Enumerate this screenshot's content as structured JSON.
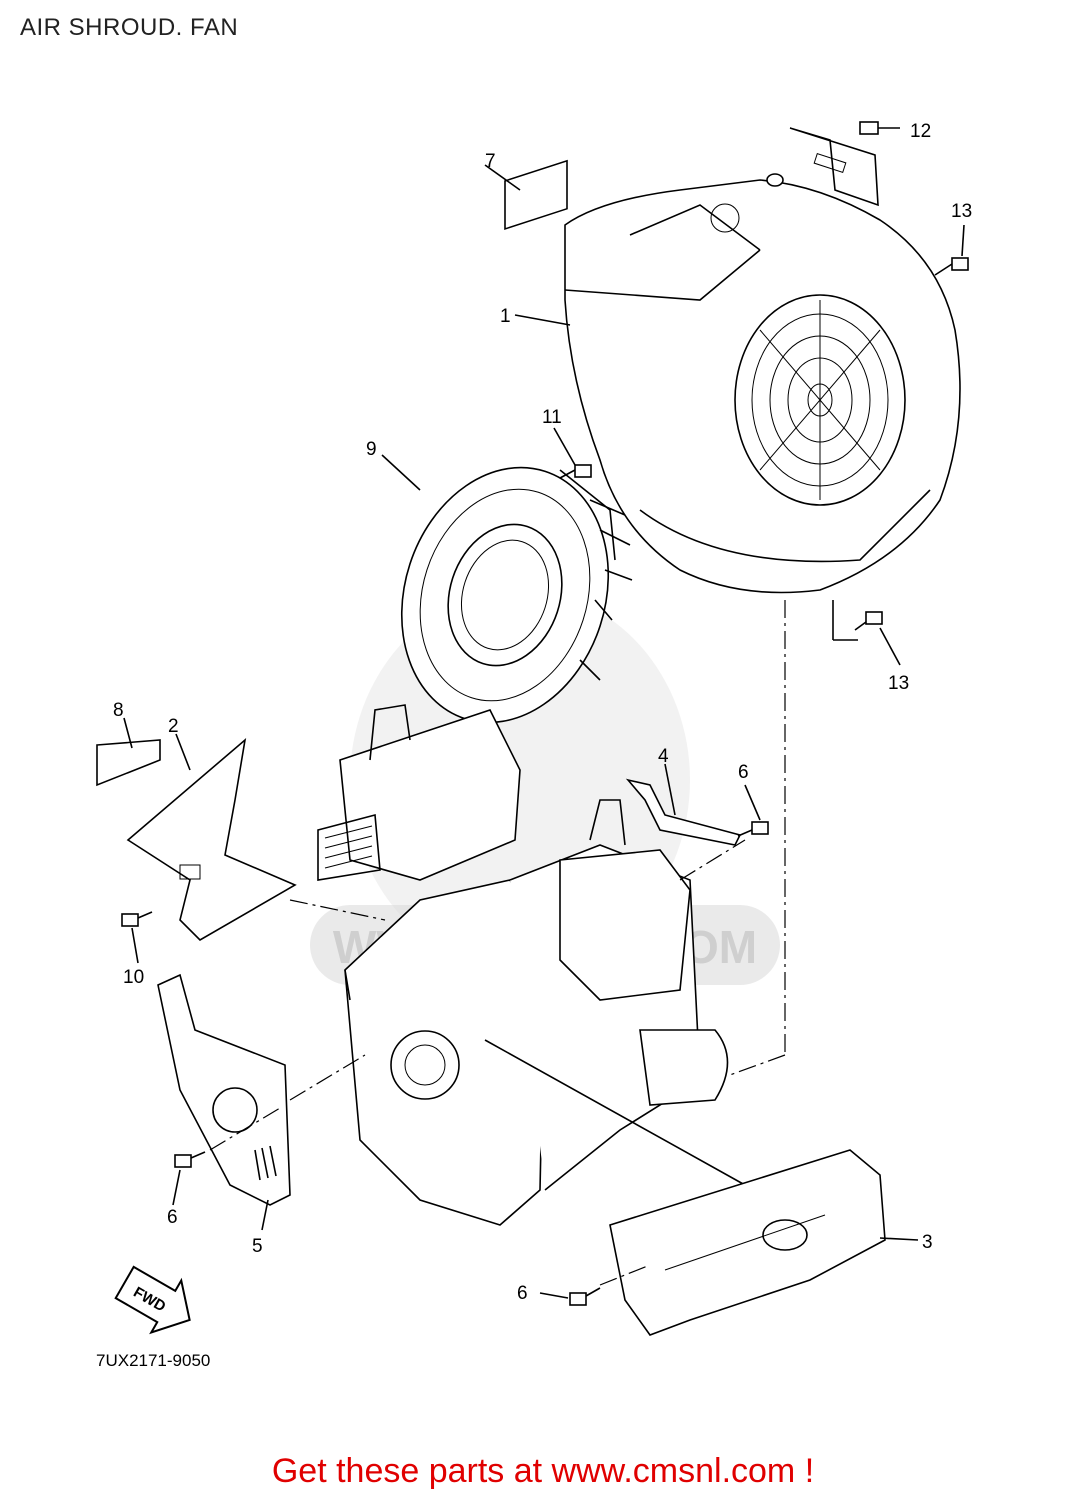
{
  "header": {
    "title": "AIR SHROUD. FAN"
  },
  "diagram": {
    "callouts": [
      {
        "num": "1"
      },
      {
        "num": "2"
      },
      {
        "num": "3"
      },
      {
        "num": "4"
      },
      {
        "num": "5"
      },
      {
        "num": "6"
      },
      {
        "num": "6"
      },
      {
        "num": "6"
      },
      {
        "num": "7"
      },
      {
        "num": "8"
      },
      {
        "num": "9"
      },
      {
        "num": "10"
      },
      {
        "num": "11"
      },
      {
        "num": "12"
      },
      {
        "num": "13"
      },
      {
        "num": "13"
      }
    ],
    "fwd_label": "FWD",
    "drawing_code": "7UX2171-9050",
    "watermark_text": "WWW.CMSNL.COM"
  },
  "footer": {
    "link_text": "Get these parts at www.cmsnl.com !",
    "link_color": "#e00000"
  }
}
